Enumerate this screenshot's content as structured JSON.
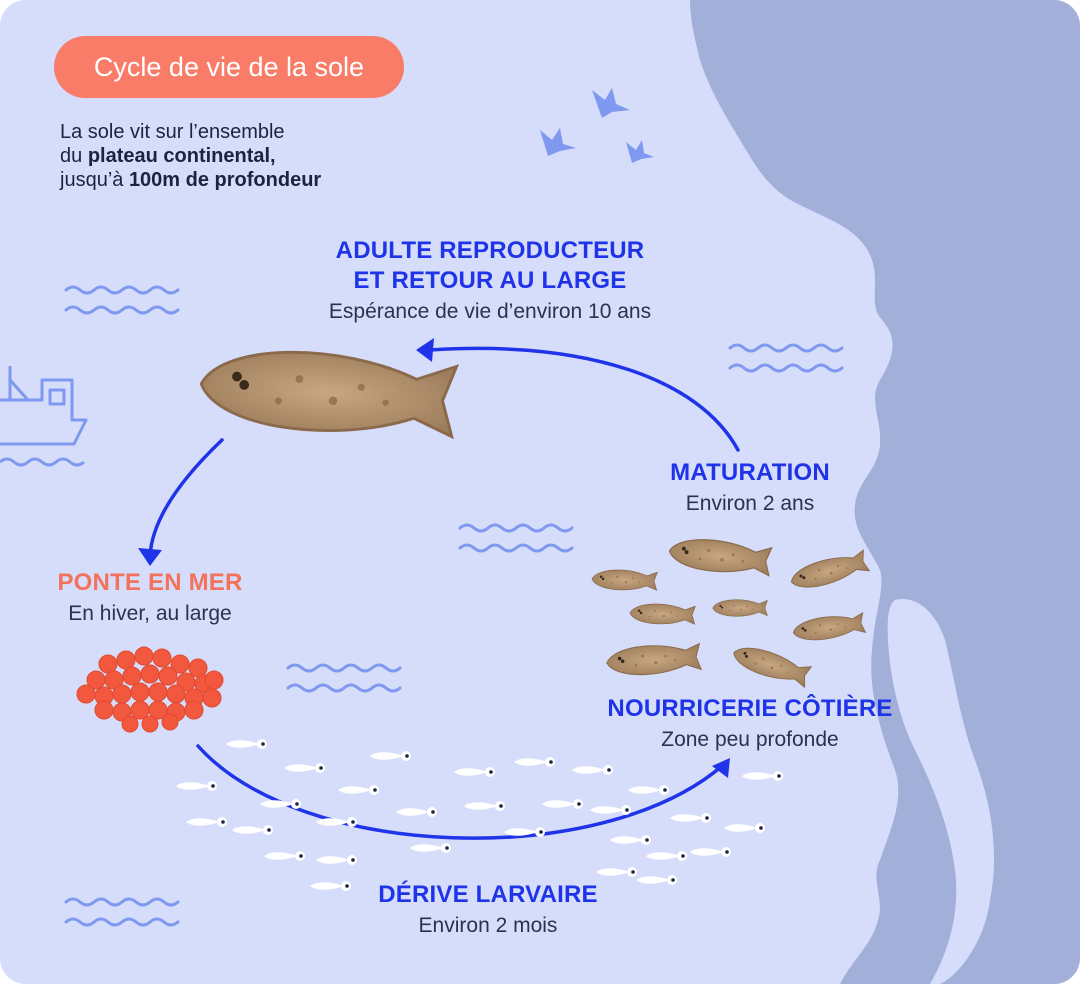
{
  "header": {
    "title": "Cycle de vie de la sole"
  },
  "intro": {
    "line1": "La sole vit sur l’ensemble",
    "line2_prefix": "du ",
    "line2_bold": "plateau continental,",
    "line3_prefix": "jusqu’à ",
    "line3_bold": "100m de profondeur"
  },
  "stages": {
    "adulte": {
      "title_line1": "ADULTE REPRODUCTEUR",
      "title_line2": "ET RETOUR AU LARGE",
      "subtitle": "Espérance de vie d’environ 10 ans"
    },
    "maturation": {
      "title": "MATURATION",
      "subtitle": "Environ 2 ans"
    },
    "ponte": {
      "title": "PONTE EN MER",
      "subtitle": "En hiver, au large"
    },
    "nourricerie": {
      "title": "NOURRICERIE CÔTIÈRE",
      "subtitle": "Zone peu profonde"
    },
    "derive": {
      "title": "DÉRIVE LARVAIRE",
      "subtitle": "Environ 2 mois"
    }
  },
  "colors": {
    "sea": "#d5ddfb",
    "coast": "#a2afd9",
    "arrow": "#1f33e8",
    "accent": "#f87c68",
    "wave": "#7f98f0",
    "egg": "#f2583e",
    "fish": "#b99a76"
  },
  "icons": [
    "bird-icon",
    "boat-icon",
    "wave-icon",
    "adult-sole-fish",
    "juvenile-sole-fish",
    "egg-cluster",
    "larva-icon",
    "cycle-arrow"
  ]
}
